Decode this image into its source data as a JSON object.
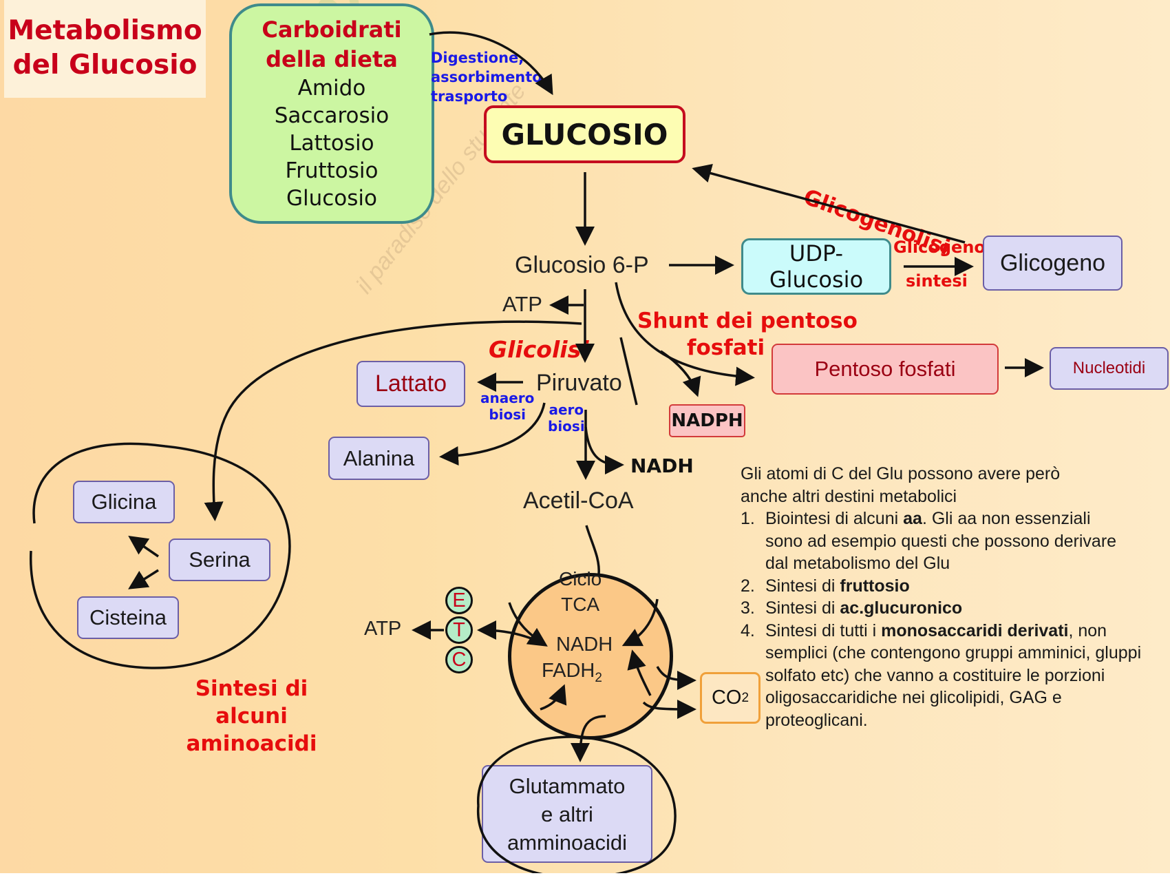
{
  "title": {
    "line1": "Metabolismo",
    "line2": "del Glucosio"
  },
  "diet": {
    "heading1": "Carboidrati",
    "heading2": "della dieta",
    "items": [
      "Amido",
      "Saccarosio",
      "Lattosio",
      "Fruttosio",
      "Glucosio"
    ]
  },
  "digestion_label": {
    "line1": "Digestione,",
    "line2": "assorbimento,",
    "line3": "trasporto"
  },
  "nodes": {
    "glucosio": "GLUCOSIO",
    "glucosio_6p": "Glucosio 6-P",
    "udp_glucosio": "UDP-Glucosio",
    "glicogeno": "Glicogeno",
    "pentoso_fosfati": "Pentoso fosfati",
    "nucleotidi": "Nucleotidi",
    "nadph": "NADPH",
    "piruvato": "Piruvato",
    "lattato": "Lattato",
    "alanina": "Alanina",
    "nadh": "NADH",
    "acetil_coa": "Acetil-CoA",
    "atp_top": "ATP",
    "atp_etc": "ATP",
    "glicina": "Glicina",
    "serina": "Serina",
    "cisteina": "Cisteina",
    "glutammato_line1": "Glutammato",
    "glutammato_line2": "e altri",
    "glutammato_line3": "amminoacidi",
    "co2": "CO",
    "co2_sub": "2"
  },
  "tca": {
    "line1": "Ciclo",
    "line2": "TCA",
    "nadh": "NADH",
    "fadh": "FADH",
    "fadh_sub": "2"
  },
  "etc": [
    "E",
    "T",
    "C"
  ],
  "process_labels": {
    "glicogenolisi": "Glicogenolisi",
    "glicogeno_sintesi_1": "Glicogeno",
    "glicogeno_sintesi_2": "sintesi",
    "shunt_1": "Shunt dei pentoso",
    "shunt_2": "fosfati",
    "glicolisi": "Glicolisi",
    "anaerobiosi_1": "anaero",
    "anaerobiosi_2": "biosi",
    "aerobiosi_1": "aero",
    "aerobiosi_2": "biosi",
    "sintesi_aa_1": "Sintesi di alcuni",
    "sintesi_aa_2": "aminoacidi"
  },
  "notes": {
    "intro1": "Gli atomi di C del Glu possono avere però",
    "intro2": "anche altri destini metabolici",
    "items": [
      {
        "num": "1.",
        "pre": "Biointesi di alcuni ",
        "bold": "aa",
        "post": ". Gli aa non essenziali sono ad esempio questi che possono derivare dal metabolismo del Glu"
      },
      {
        "num": "2.",
        "pre": "Sintesi di ",
        "bold": "fruttosio",
        "post": ""
      },
      {
        "num": "3.",
        "pre": "Sintesi di ",
        "bold": "ac.glucuronico",
        "post": ""
      },
      {
        "num": "4.",
        "pre": "Sintesi di tutti i ",
        "bold": "monosaccaridi derivati",
        "post": ", non semplici (che contengono gruppi amminici, gluppi solfato etc) che vanno a costituire le porzioni oligosaccaridiche nei glicolipidi, GAG e proteoglicani."
      }
    ]
  },
  "watermark": {
    "brand": "Skuola.net",
    "tagline": "il paradiso dello studente"
  },
  "colors": {
    "title_red": "#c8001a",
    "label_red": "#e60d0d",
    "label_blue": "#1a1ae6",
    "box_purple": "#dcdaf5",
    "box_pink": "#fbc4c4",
    "box_green": "#ccf6a2",
    "box_cyan": "#cbfbfb",
    "box_yellow": "#fdfdb3"
  }
}
